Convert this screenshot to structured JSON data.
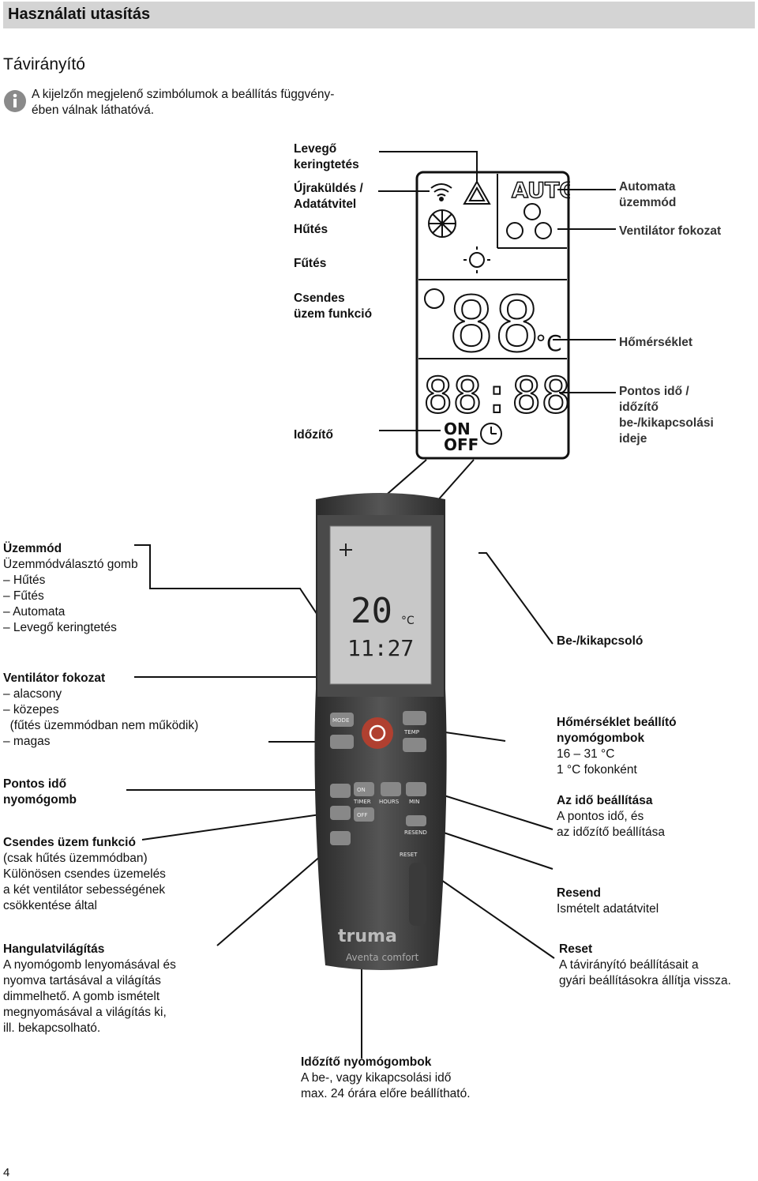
{
  "header": {
    "title": "Használati utasítás"
  },
  "section_title": "Távirányító",
  "note": {
    "icon": "info-icon",
    "lines": [
      "A kijelzőn megjelenő szimbólumok a beállítás függvény-",
      "ében válnak láthatóvá."
    ]
  },
  "display_labels": {
    "circulation": [
      "Levegő",
      "keringtetés"
    ],
    "resend": [
      "Újraküldés /",
      "Adatátvitel"
    ],
    "cooling": "Hűtés",
    "heating": "Fűtés",
    "quiet": [
      "Csendes",
      "üzem funkció"
    ],
    "timer": "Időzítő",
    "auto": [
      "Automata",
      "üzemmód"
    ],
    "fan": "Ventilátor fokozat",
    "temperature": "Hőmérséklet",
    "time": [
      "Pontos idő /",
      "időzítő",
      "be-/kikapcsolási",
      "ideje"
    ]
  },
  "lcd": {
    "auto": "AUTO",
    "on": "ON",
    "off": "OFF",
    "unit": "°C"
  },
  "remote": {
    "temp": "20",
    "unit": "°C",
    "clock": "11:27",
    "mode": "MODE",
    "temp_btn": "TEMP",
    "timer": "TIMER",
    "on": "ON",
    "off": "OFF",
    "hours": "HOURS",
    "min": "MIN",
    "resend": "RESEND",
    "reset": "RESET",
    "brand": "truma",
    "model": "Aventa comfort"
  },
  "left": {
    "mode": {
      "title": "Üzemmód",
      "lines": [
        "Üzemmódválasztó gomb",
        "– Hűtés",
        "– Fűtés",
        "– Automata",
        "– Levegő keringtetés"
      ]
    },
    "fan": {
      "title": "Ventilátor fokozat",
      "lines": [
        "– alacsony",
        "– közepes",
        "  (fűtés üzemmódban nem működik)",
        "– magas"
      ]
    },
    "clock": {
      "title_lines": [
        "Pontos idő",
        "nyomógomb"
      ]
    },
    "quiet": {
      "title": "Csendes üzem funkció",
      "lines": [
        "(csak hűtés üzemmódban)",
        "Különösen csendes üzemelés",
        "a két ventilátor sebességének",
        "csökkentése által"
      ]
    },
    "light": {
      "title": "Hangulatvilágítás",
      "lines": [
        "A nyomógomb lenyomásával és",
        "nyomva tartásával a világítás",
        "dimmelhető. A gomb ismételt",
        "megnyomásával a világítás ki,",
        "ill. bekapcsolható."
      ]
    }
  },
  "right": {
    "power": {
      "title": "Be-/kikapcsoló"
    },
    "temp": {
      "title_lines": [
        "Hőmérséklet beállító",
        "nyomógombok"
      ],
      "lines": [
        "16 – 31 °C",
        "1 °C fokonként"
      ]
    },
    "time": {
      "title": "Az idő beállítása",
      "lines": [
        "A pontos idő, és",
        "az időzítő beállítása"
      ]
    },
    "resend": {
      "title": "Resend",
      "lines": [
        "Ismételt adatátvitel"
      ]
    },
    "reset": {
      "title": "Reset",
      "lines": [
        "A távirányító beállításait a",
        "gyári beállításokra állítja vissza."
      ]
    }
  },
  "bottom": {
    "title": "Időzítő nyomógombok",
    "lines": [
      "A be-, vagy kikapcsolási idő",
      "max. 24 órára előre beállítható."
    ]
  },
  "page_number": "4"
}
